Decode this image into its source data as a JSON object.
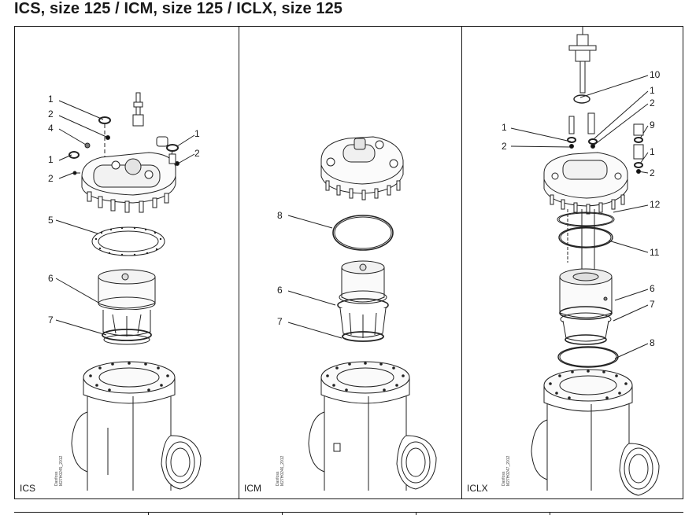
{
  "title": "ICS, size 125 / ICM, size 125 / ICLX, size 125",
  "panels": [
    {
      "label": "ICS",
      "credit1": "Danfoss",
      "credit2": "M27H0245_2012",
      "callouts": [
        "1",
        "2",
        "4",
        "1",
        "2",
        "1",
        "2",
        "5",
        "6",
        "7"
      ]
    },
    {
      "label": "ICM",
      "credit1": "Danfoss",
      "credit2": "M27H0246_2012",
      "callouts": [
        "8",
        "6",
        "7"
      ]
    },
    {
      "label": "ICLX",
      "credit1": "Danfoss",
      "credit2": "M27H0247_2012",
      "callouts": [
        "10",
        "1",
        "2",
        "1",
        "2",
        "9",
        "1",
        "2",
        "12",
        "11",
        "6",
        "7",
        "8"
      ]
    }
  ]
}
